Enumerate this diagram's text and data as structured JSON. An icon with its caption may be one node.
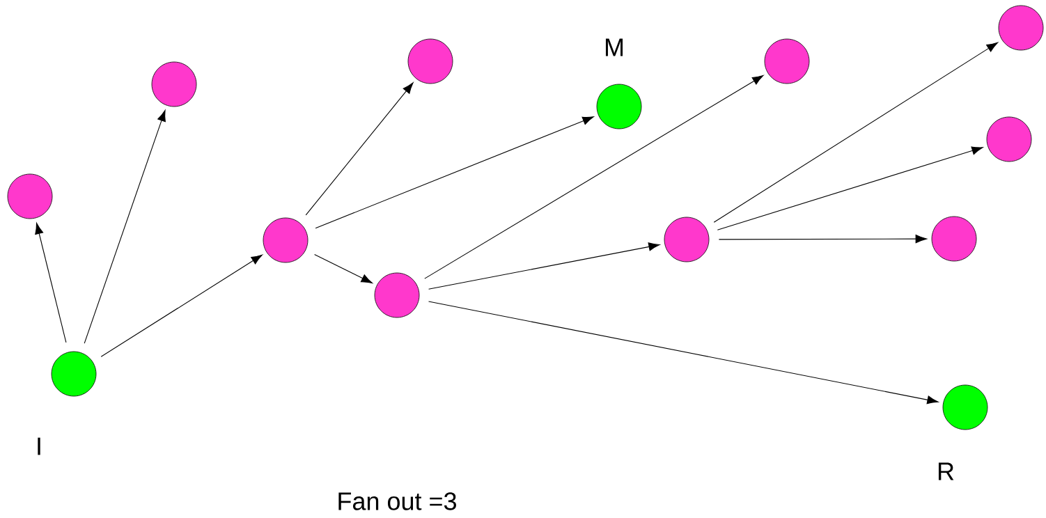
{
  "diagram": {
    "nodes": [
      {
        "text": [],
        "shape": "circle"
      },
      {
        "text": [],
        "shape": "circle"
      },
      {
        "text": [],
        "shape": "circle",
        "beside": [
          "I"
        ]
      },
      {
        "text": [],
        "shape": "circle"
      },
      {
        "text": [],
        "shape": "circle"
      },
      {
        "text": [],
        "shape": "circle",
        "beside": [
          "M"
        ]
      },
      {
        "text": [],
        "shape": "circle"
      },
      {
        "text": [],
        "shape": "circle"
      },
      {
        "text": [],
        "shape": "circle"
      },
      {
        "text": [],
        "shape": "circle"
      },
      {
        "text": [],
        "shape": "circle"
      },
      {
        "text": [],
        "shape": "circle"
      },
      {
        "text": [],
        "shape": "circle",
        "beside": [
          "R"
        ]
      }
    ],
    "edges": [
      {
        "from": 2,
        "to": 0,
        "arrow": "to"
      },
      {
        "from": 2,
        "to": 1,
        "arrow": "to"
      },
      {
        "from": 2,
        "to": 3,
        "arrow": "to"
      },
      {
        "from": 3,
        "to": 4,
        "arrow": "to"
      },
      {
        "from": 3,
        "to": 5,
        "arrow": "to"
      },
      {
        "from": 3,
        "to": 6,
        "arrow": "to"
      },
      {
        "from": 6,
        "to": 7,
        "arrow": "to"
      },
      {
        "from": 6,
        "to": 8,
        "arrow": "to"
      },
      {
        "from": 6,
        "to": 12,
        "arrow": "to"
      },
      {
        "from": 8,
        "to": 9,
        "arrow": "to"
      },
      {
        "from": 8,
        "to": 10,
        "arrow": "to"
      },
      {
        "from": 8,
        "to": 11,
        "arrow": "to"
      }
    ],
    "labels": [
      "Fan out =3"
    ]
  }
}
